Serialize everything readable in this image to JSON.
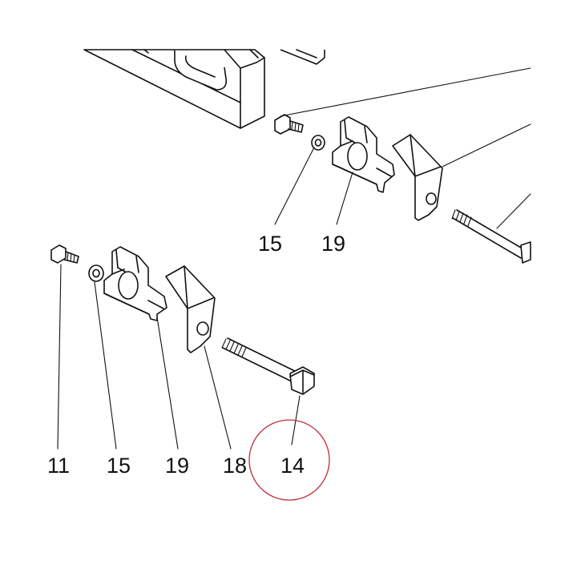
{
  "diagram": {
    "callouts_upper": [
      {
        "id": "upper-15",
        "text": "15"
      },
      {
        "id": "upper-19",
        "text": "19"
      }
    ],
    "callouts_lower": [
      {
        "id": "lower-11",
        "text": "11"
      },
      {
        "id": "lower-15",
        "text": "15"
      },
      {
        "id": "lower-19",
        "text": "19"
      },
      {
        "id": "lower-18",
        "text": "18"
      },
      {
        "id": "lower-14",
        "text": "14"
      }
    ],
    "highlight": {
      "callout": "14",
      "color": "#c0303a"
    }
  }
}
